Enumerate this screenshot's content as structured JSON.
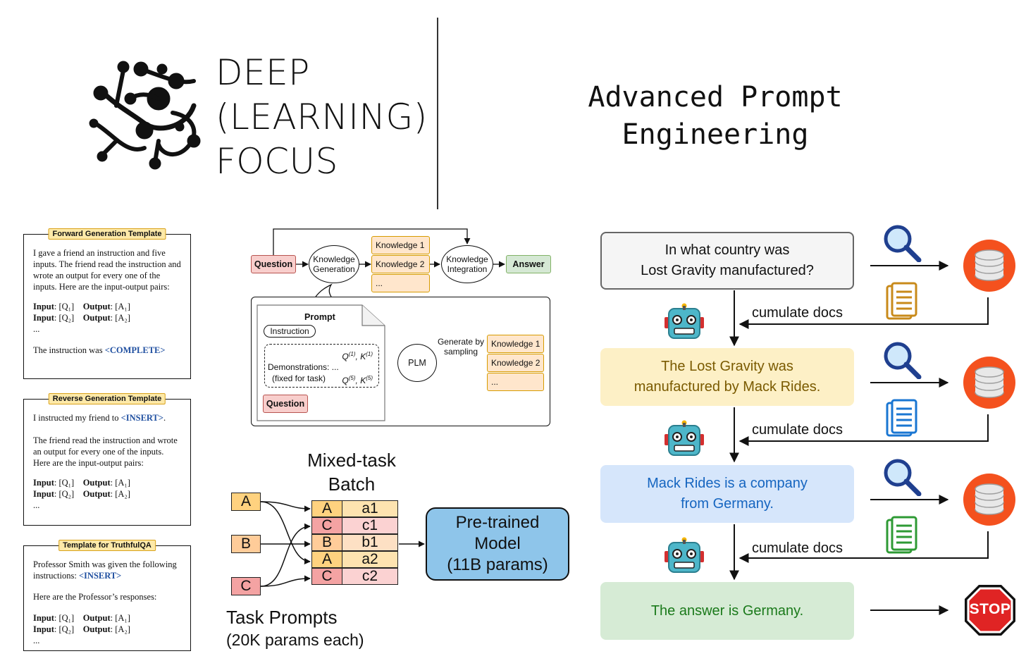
{
  "brand": {
    "lines": [
      "DEEP",
      "(LEARNING)",
      "FOCUS"
    ]
  },
  "title": {
    "lines": [
      "Advanced Prompt",
      "Engineering"
    ]
  },
  "templates": [
    {
      "title": "Forward Generation Template",
      "paragraph": "I gave a friend an instruction and five inputs. The friend read the instruction and wrote an output for every one of the inputs. Here are the input-output pairs:",
      "rows": [
        {
          "input_label": "Input",
          "input_val": ": [Q₁]",
          "output_label": "Output",
          "output_val": ": [A₁]"
        },
        {
          "input_label": "Input",
          "input_val": ": [Q₂]",
          "output_label": "Output",
          "output_val": ": [A₂]"
        }
      ],
      "ellipsis": "...",
      "closing_text": "The instruction was ",
      "closing_placeholder": "<COMPLETE>"
    },
    {
      "title": "Reverse Generation Template",
      "intro_text": "I instructed my friend to ",
      "intro_placeholder": "<INSERT>",
      "intro_end": ".",
      "paragraph": "The friend read the instruction and wrote an output for every one of the inputs. Here are the input-output pairs:",
      "rows": [
        {
          "input_label": "Input",
          "input_val": ": [Q₁]",
          "output_label": "Output",
          "output_val": ": [A₁]"
        },
        {
          "input_label": "Input",
          "input_val": ": [Q₂]",
          "output_label": "Output",
          "output_val": ": [A₂]"
        }
      ],
      "ellipsis": "..."
    },
    {
      "title": "Template for TruthfulQA",
      "intro_text": "Professor Smith was given the following instructions: ",
      "intro_placeholder": "<INSERT>",
      "paragraph": "Here are the Professor’s responses:",
      "rows": [
        {
          "input_label": "Input",
          "input_val": ": [Q₁]",
          "output_label": "Output",
          "output_val": ": [A₁]"
        },
        {
          "input_label": "Input",
          "input_val": ": [Q₂]",
          "output_label": "Output",
          "output_val": ": [A₂]"
        }
      ],
      "ellipsis": "..."
    }
  ],
  "knowledge_flow": {
    "question": "Question",
    "gen_line1": "Knowledge",
    "gen_line2": "Generation",
    "k1": "Knowledge 1",
    "k2": "Knowledge 2",
    "k_more": "...",
    "int_line1": "Knowledge",
    "int_line2": "Integration",
    "answer": "Answer",
    "prompt_title": "Prompt",
    "instruction": "Instruction",
    "demo_q1": "Q",
    "demo_sup1": "(1)",
    "demo_k1": ", K",
    "demo_ksup1": "(1)",
    "demo_label": "Demonstrations:",
    "demo_dots": "...",
    "demo_fixed": "(fixed for task)",
    "demo_q5": "Q",
    "demo_sup5": "(5)",
    "demo_k5": ", K",
    "demo_ksup5": "(5)",
    "prompt_question": "Question",
    "plm": "PLM",
    "gen_by_1": "Generate by",
    "gen_by_2": "sampling",
    "out_k1": "Knowledge 1",
    "out_k2": "Knowledge 2",
    "out_more": "..."
  },
  "mixed_task": {
    "title_line1": "Mixed-task",
    "title_line2": "Batch",
    "prompts": [
      "A",
      "B",
      "C"
    ],
    "batch_rows": [
      {
        "task": "A",
        "item": "a1"
      },
      {
        "task": "C",
        "item": "c1"
      },
      {
        "task": "B",
        "item": "b1"
      },
      {
        "task": "A",
        "item": "a2"
      },
      {
        "task": "C",
        "item": "c2"
      }
    ],
    "model_lines": [
      "Pre-trained",
      "Model",
      "(11B params)"
    ],
    "caption_line1": "Task Prompts",
    "caption_line2": "(20K params each)",
    "colors": {
      "A": "#ffd27f",
      "B": "#ffcc99",
      "C": "#f4a3a3",
      "item": "#fbd2d2",
      "model": "#8ec5ea"
    }
  },
  "retrieval": {
    "steps": [
      {
        "text_line1": "In what country was",
        "text_line2": "Lost Gravity manufactured?",
        "bg": "#f5f5f5",
        "border": "#666666",
        "color": "#111111"
      },
      {
        "text_line1": "The Lost Gravity was",
        "text_line2": "manufactured by Mack Rides.",
        "bg": "#fdf0c6",
        "border": "#fdf0c6",
        "color": "#7a5a00"
      },
      {
        "text_line1": "Mack Rides is a company",
        "text_line2": "from Germany.",
        "bg": "#d6e6fb",
        "border": "#d6e6fb",
        "color": "#1565c0"
      },
      {
        "text_line1": "The answer is Germany.",
        "text_line2": "",
        "bg": "#d6ebd5",
        "border": "#d6ebd5",
        "color": "#1b7a1b"
      }
    ],
    "cumulate_label": "cumulate docs",
    "doc_colors": [
      "#c88a1a",
      "#1976d2",
      "#2e9a34"
    ],
    "database_color": "#f4511e",
    "stop_label": "STOP",
    "icons": [
      "magnifier-icon",
      "database-icon",
      "document-icon",
      "robot-icon",
      "stop-sign-icon"
    ]
  }
}
